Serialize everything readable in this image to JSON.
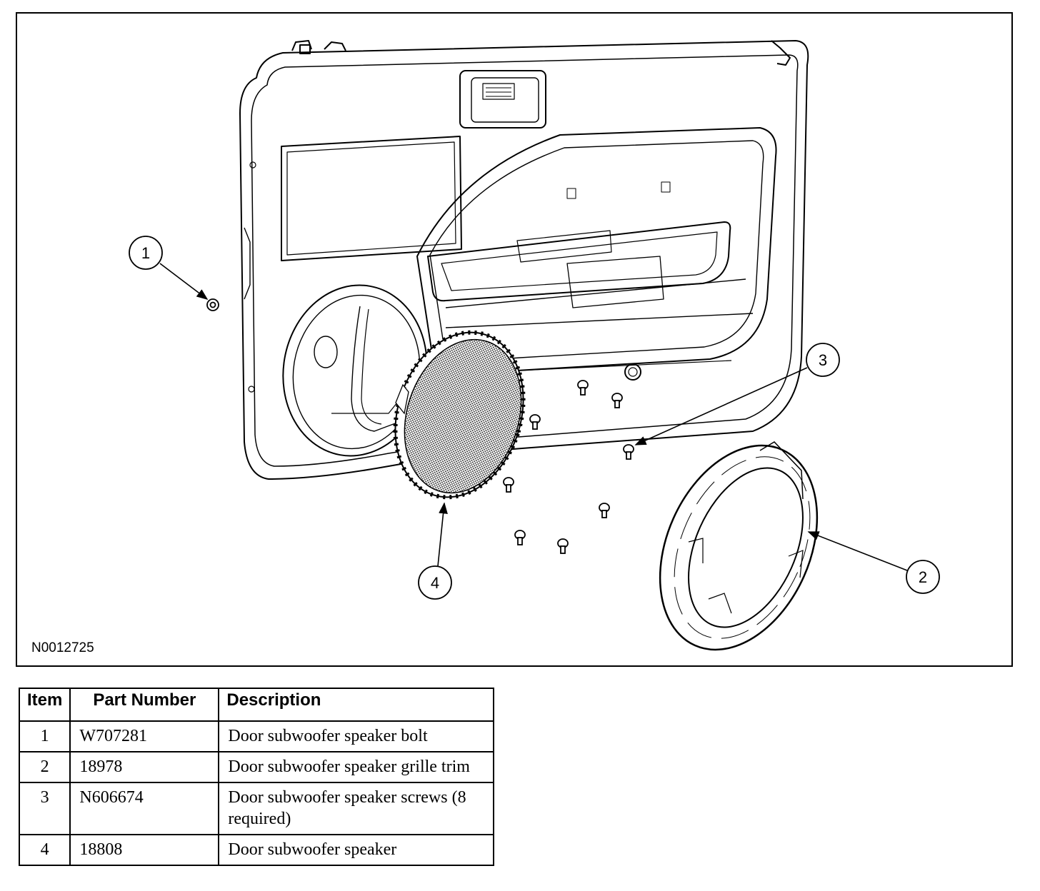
{
  "figure": {
    "id": "N0012725",
    "callouts": [
      {
        "number": "1",
        "target": "speaker-bolt"
      },
      {
        "number": "2",
        "target": "grille-trim"
      },
      {
        "number": "3",
        "target": "speaker-screws"
      },
      {
        "number": "4",
        "target": "speaker"
      }
    ]
  },
  "table": {
    "headers": {
      "item": "Item",
      "part_number": "Part Number",
      "description": "Description"
    },
    "rows": [
      {
        "item": "1",
        "part_number": "W707281",
        "description": "Door subwoofer speaker bolt"
      },
      {
        "item": "2",
        "part_number": "18978",
        "description": "Door subwoofer speaker grille trim"
      },
      {
        "item": "3",
        "part_number": "N606674",
        "description": "Door subwoofer speaker screws (8 required)"
      },
      {
        "item": "4",
        "part_number": "18808",
        "description": "Door subwoofer speaker"
      }
    ]
  }
}
